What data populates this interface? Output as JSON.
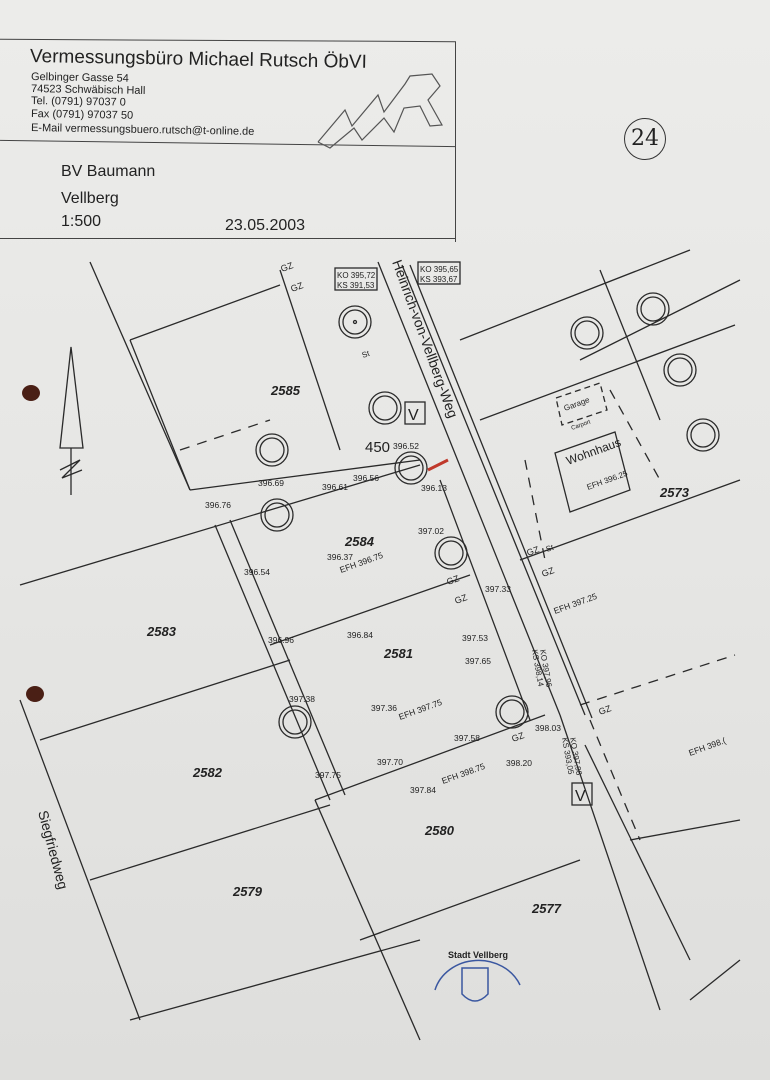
{
  "header": {
    "company": "Vermessungsbüro Michael Rutsch ÖbVI",
    "street": "Gelbinger Gasse 54",
    "city": "74523 Schwäbisch Hall",
    "tel": "Tel. (0791) 97037 0",
    "fax": "Fax  (0791) 97037 50",
    "email": "E-Mail vermessungsbuero.rutsch@t-online.de",
    "logo_text": "MR",
    "project": "BV Baumann",
    "place": "Vellberg",
    "scale": "1:500",
    "date": "23.05.2003"
  },
  "page_number": "24",
  "north_label": "N",
  "streets": {
    "main": "Heinrich-von-Vellberg-Weg",
    "side": "Siegfriedweg"
  },
  "parcels": [
    "2585",
    "2584",
    "2583",
    "2581",
    "2582",
    "2580",
    "2579",
    "2577",
    "2573"
  ],
  "road_marker": "450",
  "structures": {
    "garage": "Garage",
    "carport": "Carport",
    "house": "Wohnhaus",
    "house_efh": "EFH 396.25",
    "st": "St",
    "gz": "GZ",
    "v": "V"
  },
  "manholes": {
    "ko1": "KO 395,72",
    "ks1": "KS 391,53",
    "ko2": "KO 395,65",
    "ks2": "KS 393,67",
    "ko3": "KO 397,96",
    "ks3": "KS 398,14",
    "ko4": "KO 397,98",
    "ks4": "KS 393,05"
  },
  "efh": [
    "EFH 396.75",
    "EFH 397.75",
    "EFH 398.75",
    "EFH 397.25",
    "EFH 398.("
  ],
  "elevations": {
    "e1": "396.52",
    "e2": "396.56",
    "e3": "396.61",
    "e4": "396.69",
    "e5": "396.76",
    "e6": "396.13",
    "e7": "397.02",
    "e8": "396.37",
    "e9": "396.54",
    "e10": "397.33",
    "e11": "396.96",
    "e12": "396.84",
    "e13": "397.53",
    "e14": "397.65",
    "e15": "397.38",
    "e16": "397.36",
    "e17": "397.58",
    "e18": "398.03",
    "e19": "397.70",
    "e20": "397.75",
    "e21": "398.20",
    "e22": "397.84"
  },
  "stamp": {
    "text": "Stadt Vellberg",
    "color": "#3a57a0"
  },
  "hole_color": "#4a1f15",
  "highlight_color": "#c0392b"
}
